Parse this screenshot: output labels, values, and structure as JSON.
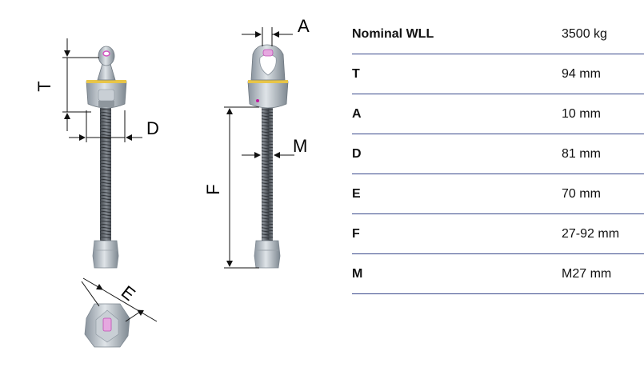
{
  "drawing": {
    "labels": {
      "T": "T",
      "D": "D",
      "A": "A",
      "F": "F",
      "M": "M",
      "E": "E"
    }
  },
  "specs": [
    {
      "label": "Nominal WLL",
      "value": "3500 kg"
    },
    {
      "label": "T",
      "value": "94 mm"
    },
    {
      "label": "A",
      "value": "10 mm"
    },
    {
      "label": "D",
      "value": "81 mm"
    },
    {
      "label": "E",
      "value": "70 mm"
    },
    {
      "label": "F",
      "value": "27-92 mm"
    },
    {
      "label": "M",
      "value": "M27 mm"
    }
  ]
}
